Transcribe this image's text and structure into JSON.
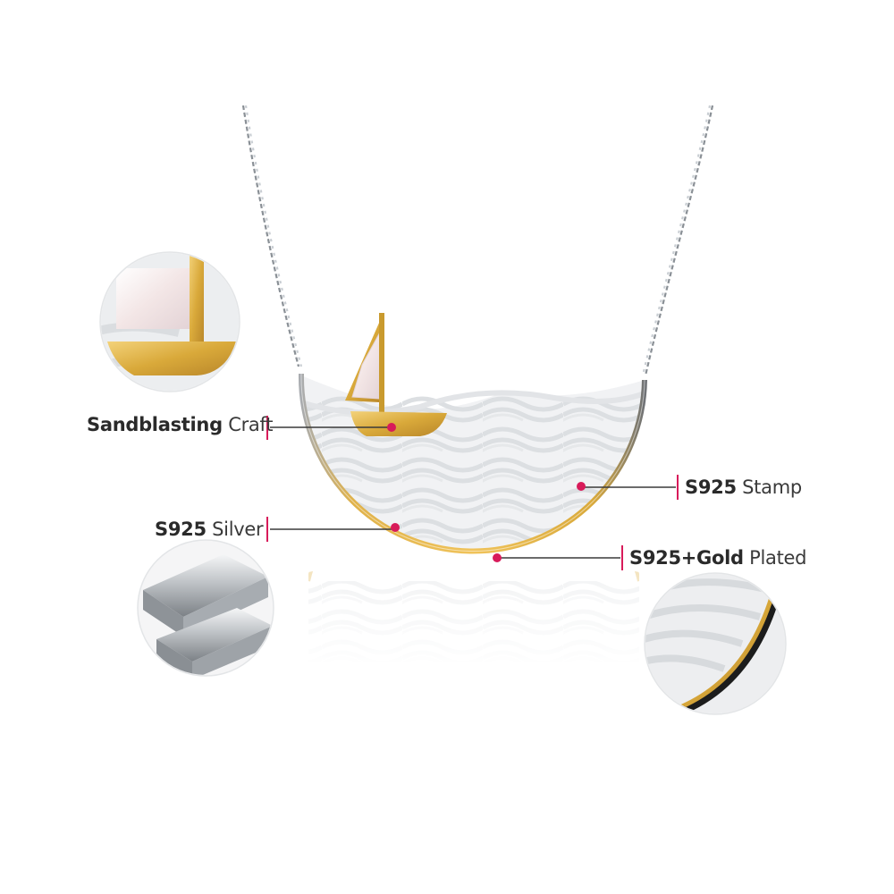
{
  "callouts": {
    "sandblasting": {
      "bold": "Sandblasting",
      "light": "Craft"
    },
    "s925_silver": {
      "bold": "S925",
      "light": "Silver"
    },
    "s925_stamp": {
      "bold": "S925",
      "light": "Stamp"
    },
    "gold_plated": {
      "bold": "S925+Gold",
      "light": "Plated"
    }
  },
  "colors": {
    "background": "#ffffff",
    "marker_dot": "#d81b5a",
    "leader_line": "#3a3a3a",
    "gold": "#d9a93a",
    "silver": "#c8ccd0",
    "mother_of_pearl": "#f1e6e4"
  },
  "icons": {
    "detail_1": "sailboat-closeup",
    "detail_2": "silver-bars-closeup",
    "detail_3": "gold-rim-closeup"
  }
}
